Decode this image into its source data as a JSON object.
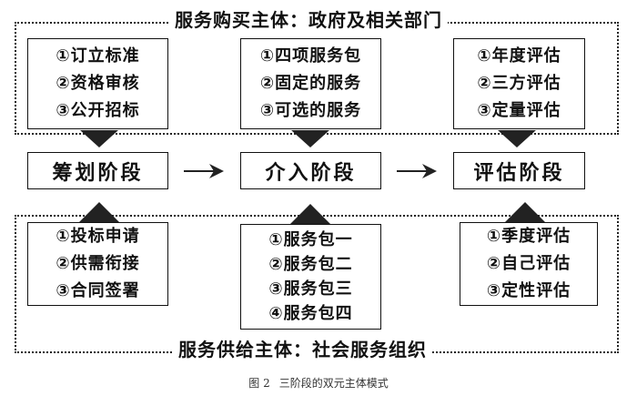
{
  "top_frame": {
    "title": "服务购买主体：政府及相关部门",
    "boxes": [
      {
        "items": [
          "①订立标准",
          "②资格审核",
          "③公开招标"
        ]
      },
      {
        "items": [
          "①四项服务包",
          "②固定的服务",
          "③可选的服务"
        ]
      },
      {
        "items": [
          "①年度评估",
          "②三方评估",
          "③定量评估"
        ]
      }
    ]
  },
  "stages": [
    "筹划阶段",
    "介入阶段",
    "评估阶段"
  ],
  "bottom_frame": {
    "title": "服务供给主体：社会服务组织",
    "boxes": [
      {
        "items": [
          "①投标申请",
          "②供需衔接",
          "③合同签署"
        ]
      },
      {
        "items": [
          "①服务包一",
          "②服务包二",
          "③服务包三",
          "④服务包四"
        ]
      },
      {
        "items": [
          "①季度评估",
          "②自己评估",
          "③定性评估"
        ]
      }
    ]
  },
  "caption": {
    "label": "图 2",
    "text": "三阶段的双元主体模式"
  }
}
